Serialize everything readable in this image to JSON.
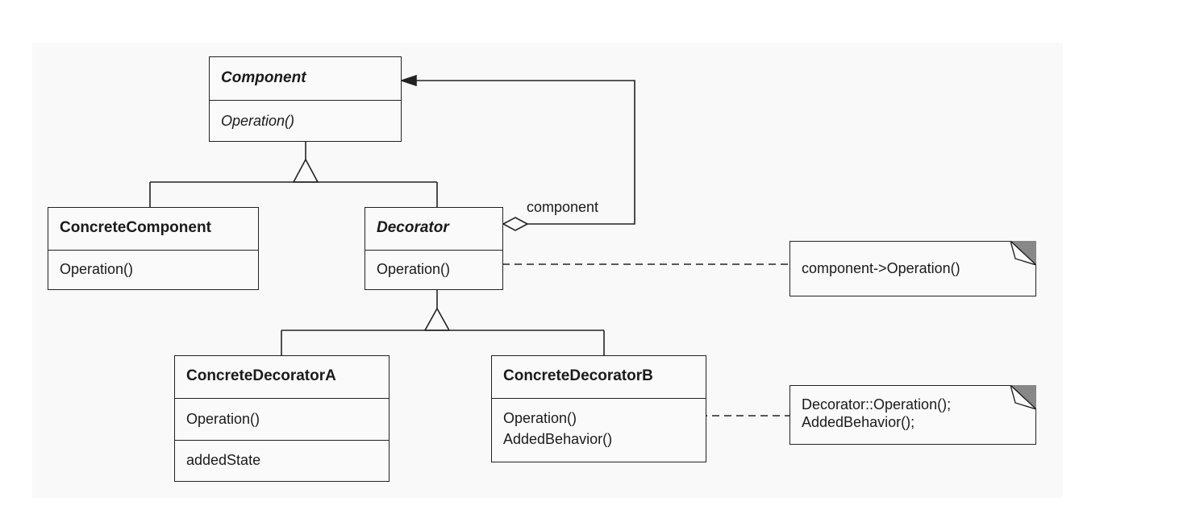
{
  "classes": {
    "component": {
      "name": "Component",
      "ops": [
        "Operation()"
      ]
    },
    "concrete_component": {
      "name": "ConcreteComponent",
      "ops": [
        "Operation()"
      ]
    },
    "decorator": {
      "name": "Decorator",
      "ops": [
        "Operation()"
      ]
    },
    "concrete_decorator_a": {
      "name": "ConcreteDecoratorA",
      "ops": [
        "Operation()"
      ],
      "attrs": [
        "addedState"
      ]
    },
    "concrete_decorator_b": {
      "name": "ConcreteDecoratorB",
      "ops": [
        "Operation()",
        "AddedBehavior()"
      ]
    }
  },
  "associations": {
    "component_role": "component"
  },
  "notes": {
    "decorator_note": [
      "component->Operation()"
    ],
    "decorator_b_note": [
      "Decorator::Operation();",
      "AddedBehavior();"
    ]
  }
}
